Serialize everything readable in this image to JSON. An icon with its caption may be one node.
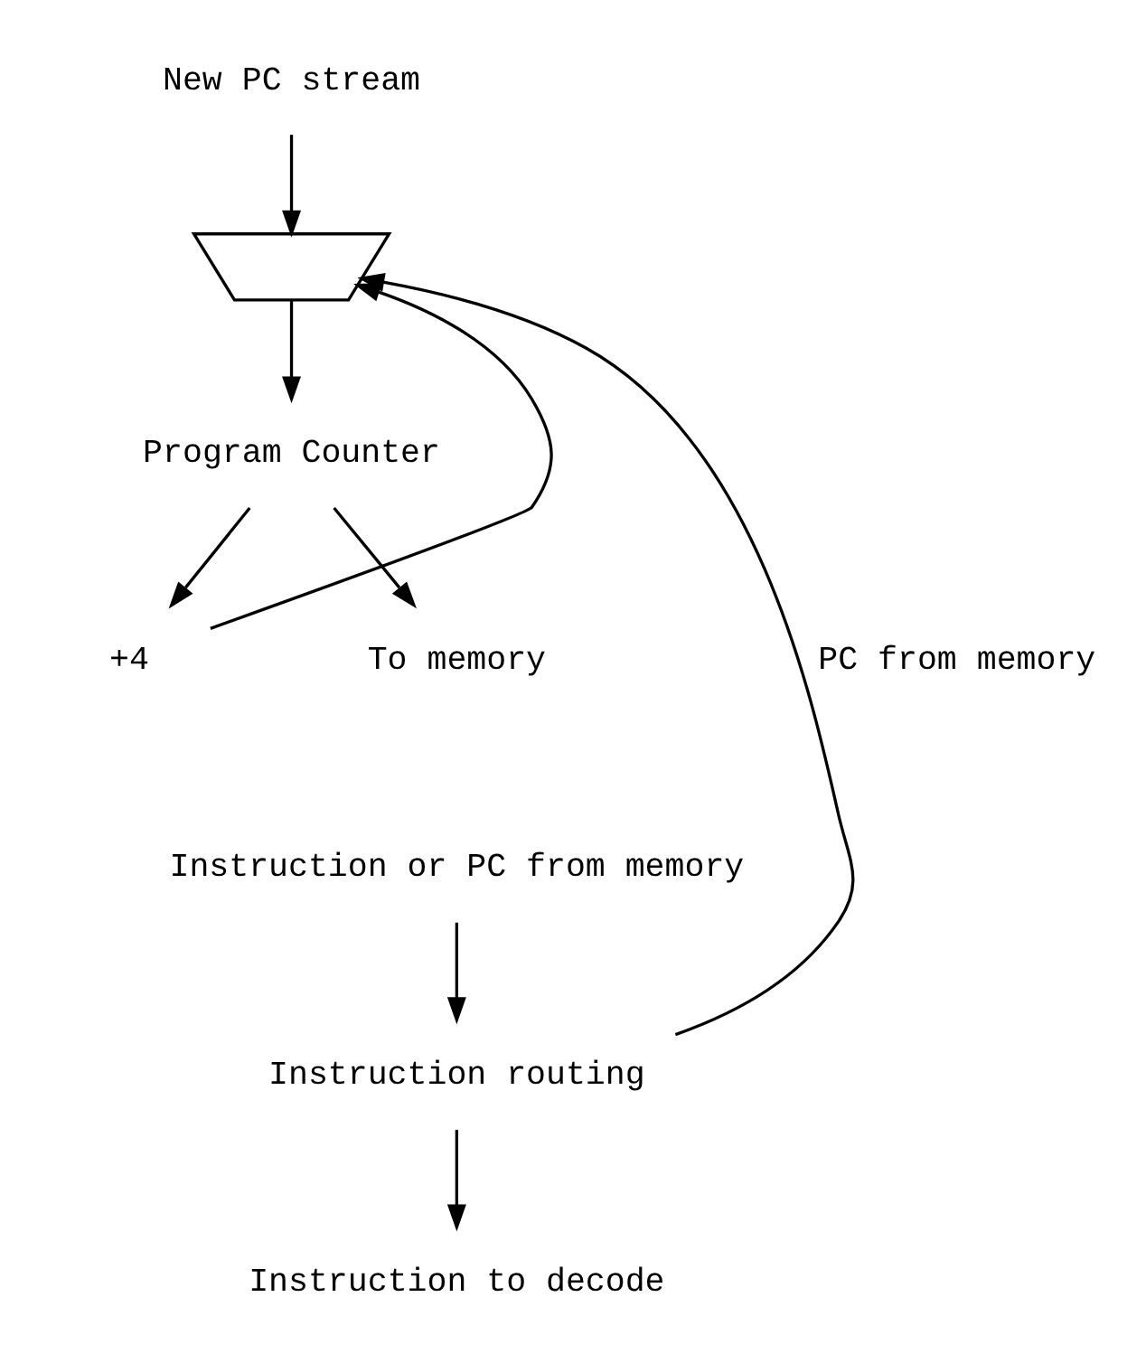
{
  "diagram": {
    "nodes": [
      {
        "text": [
          "New PC stream"
        ]
      },
      {
        "text": [],
        "shape": "trapezoid"
      },
      {
        "text": [
          "Program Counter"
        ]
      },
      {
        "text": [
          "+4"
        ]
      },
      {
        "text": [
          "To memory"
        ]
      },
      {
        "text": [
          "Instruction or PC from memory"
        ]
      },
      {
        "text": [
          "Instruction routing"
        ]
      },
      {
        "text": [
          "Instruction to decode"
        ]
      }
    ],
    "edges": [
      {
        "from": 0,
        "to": 1,
        "arrow": "to"
      },
      {
        "from": 6,
        "to": 1,
        "arrow": "to",
        "label": "PC from memory"
      },
      {
        "from": 3,
        "to": 1,
        "arrow": "to"
      },
      {
        "from": 1,
        "to": 2,
        "arrow": "to"
      },
      {
        "from": 2,
        "to": 3,
        "arrow": "to"
      },
      {
        "from": 2,
        "to": 4,
        "arrow": "to"
      },
      {
        "from": 5,
        "to": 6,
        "arrow": "to"
      },
      {
        "from": 6,
        "to": 7,
        "arrow": "to"
      }
    ]
  }
}
